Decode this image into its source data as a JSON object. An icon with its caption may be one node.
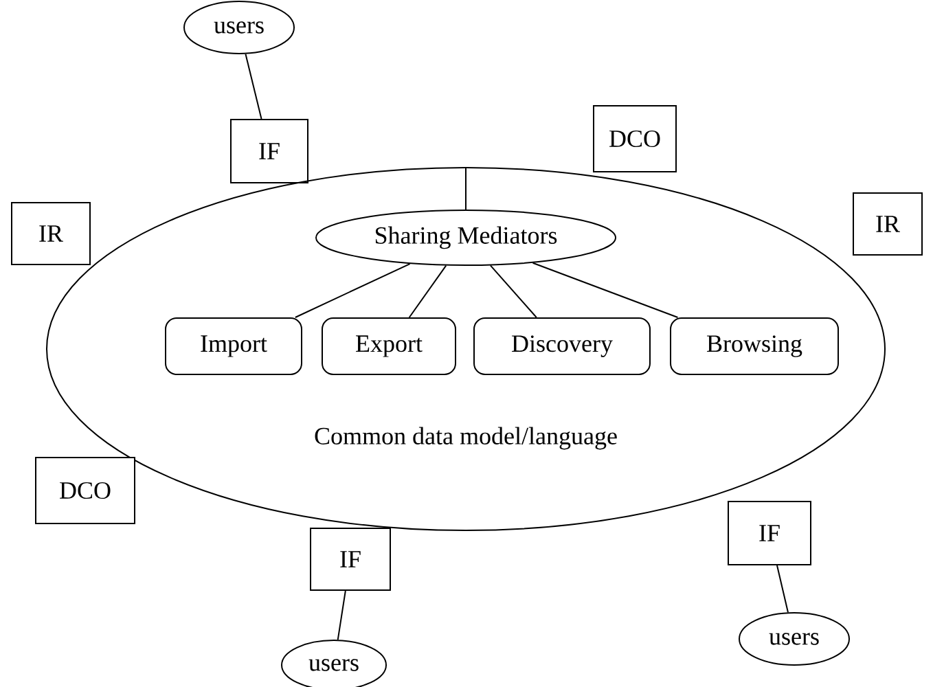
{
  "diagram": {
    "nodes": [
      {
        "text": [
          "users"
        ]
      },
      {
        "text": [
          "IF"
        ]
      },
      {
        "text": [
          "DCO"
        ]
      },
      {
        "text": [
          "IR"
        ]
      },
      {
        "text": [
          "IR"
        ]
      },
      {
        "text": [
          "Common data model/language"
        ]
      },
      {
        "text": [
          "Sharing Mediators"
        ],
        "in": 5
      },
      {
        "text": [
          "Import"
        ],
        "in": 5
      },
      {
        "text": [
          "Export"
        ],
        "in": 5
      },
      {
        "text": [
          "Discovery"
        ],
        "in": 5
      },
      {
        "text": [
          "Browsing"
        ],
        "in": 5
      },
      {
        "text": [
          "DCO"
        ]
      },
      {
        "text": [
          "IF"
        ]
      },
      {
        "text": [
          "IF"
        ]
      },
      {
        "text": [
          "users"
        ]
      },
      {
        "text": [
          "users"
        ]
      }
    ],
    "edges": [
      {
        "from": 0,
        "to": 1,
        "arrow": "none"
      },
      {
        "from": 5,
        "to": 6,
        "arrow": "none"
      },
      {
        "from": 6,
        "to": 7,
        "arrow": "none"
      },
      {
        "from": 6,
        "to": 8,
        "arrow": "none"
      },
      {
        "from": 6,
        "to": 9,
        "arrow": "none"
      },
      {
        "from": 6,
        "to": 10,
        "arrow": "none"
      },
      {
        "from": 12,
        "to": 14,
        "arrow": "none"
      },
      {
        "from": 13,
        "to": 15,
        "arrow": "none"
      }
    ]
  }
}
